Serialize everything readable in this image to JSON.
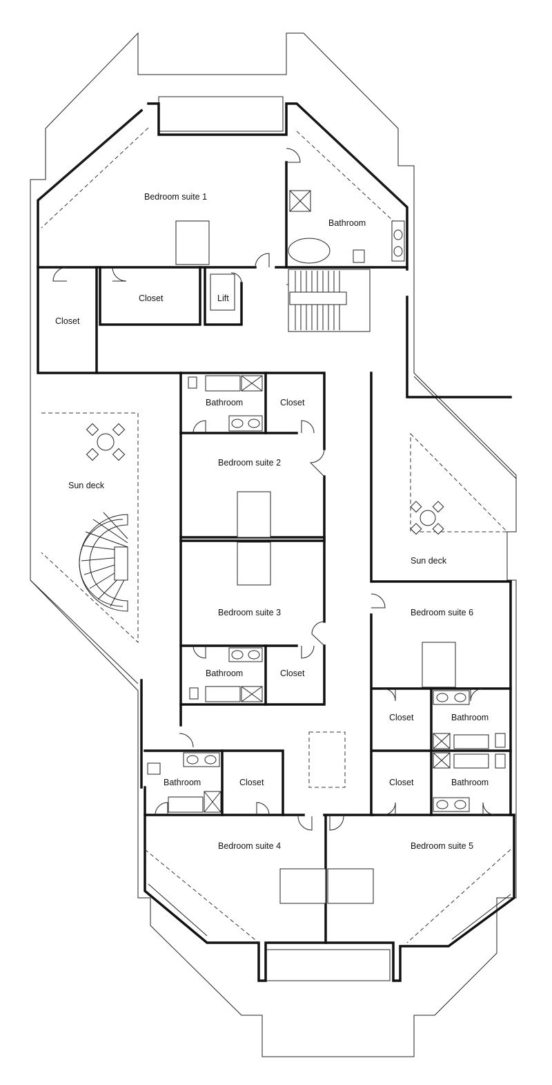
{
  "rooms": {
    "bedroom_1": "Bedroom suite 1",
    "bathroom_top": "Bathroom",
    "closet_left": "Closet",
    "closet_top": "Closet",
    "lift": "Lift",
    "bathroom_2": "Bathroom",
    "closet_2": "Closet",
    "bedroom_2": "Bedroom suite 2",
    "sun_deck_left": "Sun deck",
    "sun_deck_right": "Sun deck",
    "bedroom_3": "Bedroom suite 3",
    "bathroom_3": "Bathroom",
    "closet_3": "Closet",
    "bedroom_6": "Bedroom suite 6",
    "closet_6": "Closet",
    "bathroom_6": "Bathroom",
    "bathroom_4": "Bathroom",
    "closet_4": "Closet",
    "closet_5": "Closet",
    "bathroom_5": "Bathroom",
    "bedroom_4": "Bedroom suite 4",
    "bedroom_5": "Bedroom suite 5"
  }
}
